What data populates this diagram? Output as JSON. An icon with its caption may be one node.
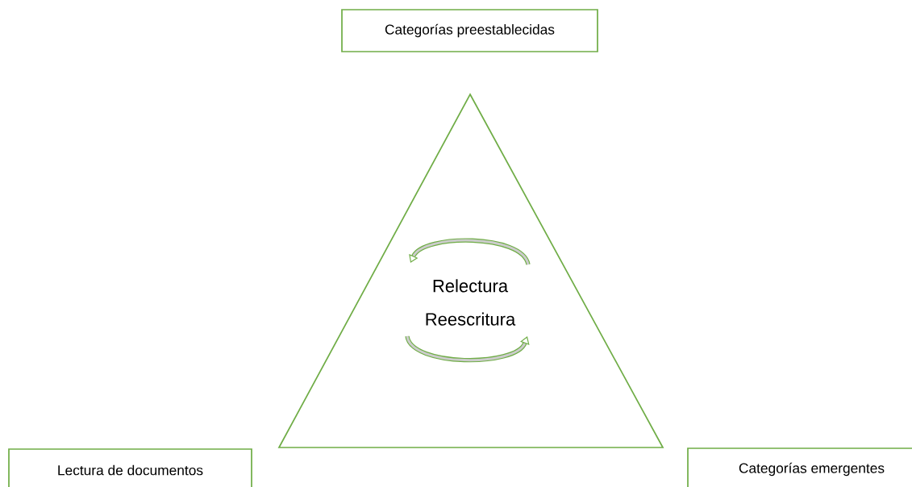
{
  "diagram": {
    "nodes": [
      {
        "text": [
          "Categorías preestablecidas"
        ]
      },
      {
        "text": [
          "Relectura Reescritura"
        ]
      },
      {
        "text": [
          "Lectura de documentos"
        ]
      },
      {
        "text": [
          "Categorías emergentes"
        ]
      }
    ]
  }
}
